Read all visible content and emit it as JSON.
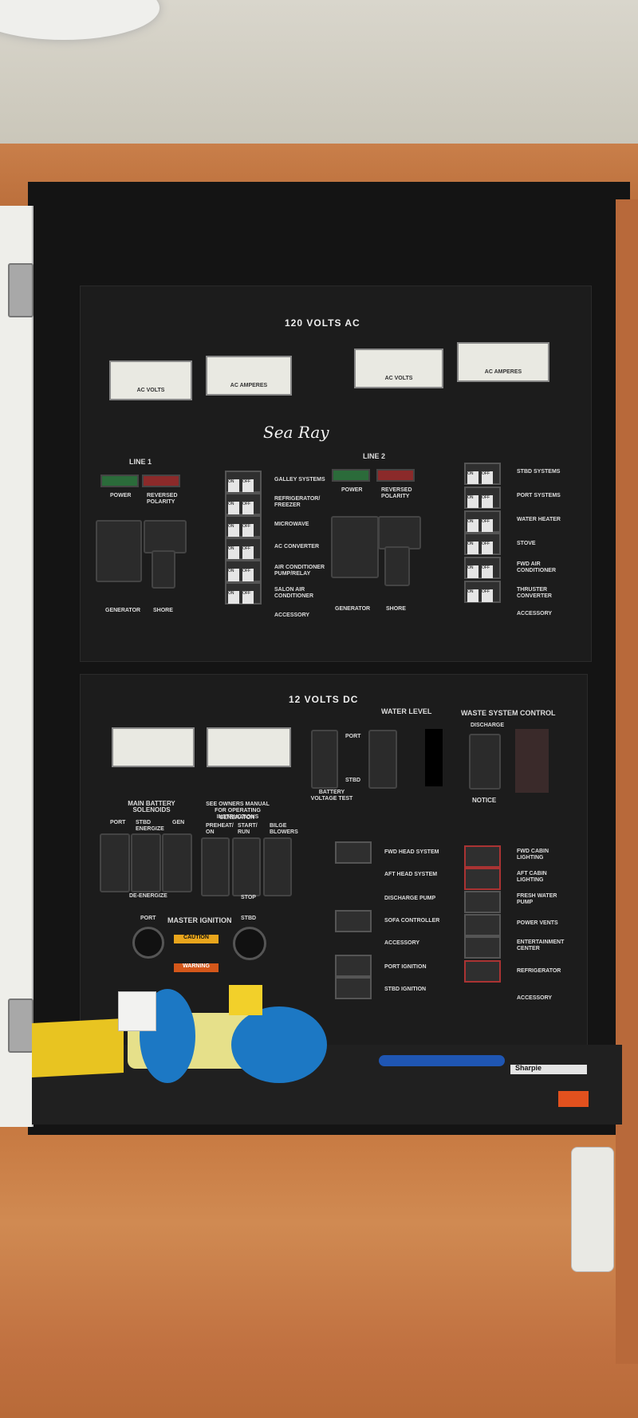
{
  "ac": {
    "title": "120 VOLTS AC",
    "brand": "Sea Ray",
    "line1": "LINE 1",
    "line2": "LINE 2",
    "power": "POWER",
    "reversed": "REVERSED POLARITY",
    "generator": "GENERATOR",
    "shore": "SHORE",
    "meters": [
      "AC VOLTS",
      "AC AMPERES",
      "AC VOLTS",
      "AC AMPERES"
    ],
    "breakers_mid": [
      "GALLEY SYSTEMS",
      "REFRIGERATOR/ FREEZER",
      "MICROWAVE",
      "AC CONVERTER",
      "AIR CONDITIONER PUMP/RELAY",
      "SALON AIR CONDITIONER",
      "ACCESSORY"
    ],
    "breakers_right": [
      "STBD SYSTEMS",
      "PORT SYSTEMS",
      "WATER HEATER",
      "STOVE",
      "FWD AIR CONDITIONER",
      "THRUSTER CONVERTER",
      "ACCESSORY"
    ],
    "on": "ON",
    "off": "OFF"
  },
  "dc": {
    "title": "12 VOLTS DC",
    "water_level": "WATER LEVEL",
    "waste": "WASTE SYSTEM CONTROL",
    "discharge": "DISCHARGE",
    "port": "PORT",
    "stbd": "STBD",
    "battery_test": "BATTERY VOLTAGE TEST",
    "main_battery": "MAIN BATTERY SOLENOIDS",
    "sol_labels": [
      "PORT",
      "STBD ENERGIZE",
      "GEN"
    ],
    "de_energize": "DE-ENERGIZE",
    "see_owners": "SEE OWNERS MANUAL FOR OPERATING INSTRUCTIONS",
    "generator": "GENERATOR",
    "preheat": "PREHEAT/ ON",
    "start_run": "START/ RUN",
    "bilge": "BILGE BLOWERS",
    "stop": "STOP",
    "master_ignition": "MASTER IGNITION",
    "caution": "CAUTION",
    "warning": "WARNING",
    "notice": "NOTICE",
    "mid_breakers": [
      "FWD HEAD SYSTEM",
      "AFT HEAD SYSTEM",
      "DISCHARGE PUMP",
      "SOFA CONTROLLER",
      "ACCESSORY",
      "PORT IGNITION",
      "STBD IGNITION"
    ],
    "right_breakers": [
      "FWD CABIN LIGHTING",
      "AFT CABIN LIGHTING",
      "FRESH WATER PUMP",
      "POWER VENTS",
      "ENTERTAINMENT CENTER",
      "REFRIGERATOR",
      "ACCESSORY"
    ]
  },
  "items": {
    "marker": "Sharpie"
  }
}
